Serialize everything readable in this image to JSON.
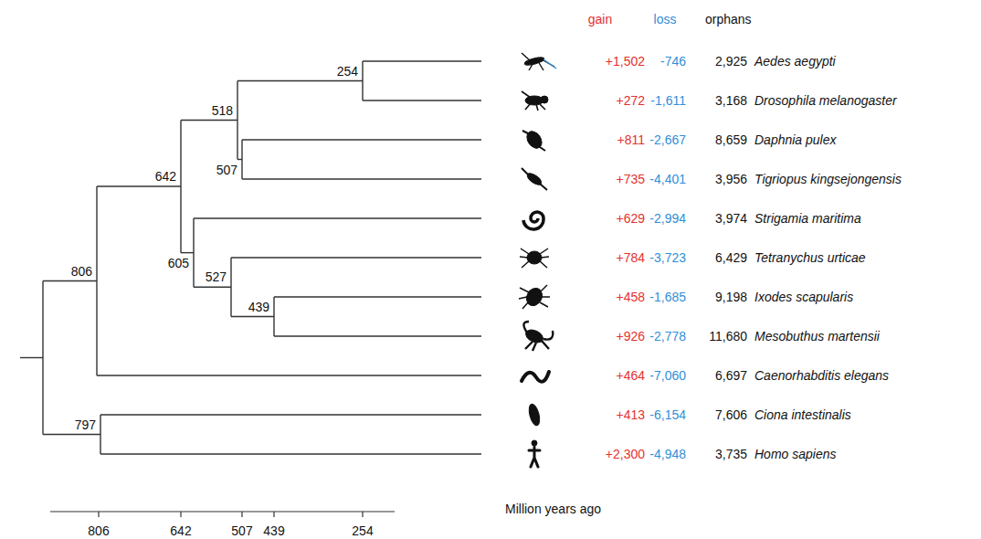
{
  "diagram": {
    "labels": [
      "gain",
      "loss",
      "orphans",
      "+1,502",
      "-746",
      "2,925",
      "Aedes aegypti",
      "+272",
      "-1,611",
      "3,168",
      "Drosophila melanogaster",
      "+811",
      "-2,667",
      "8,659",
      "Daphnia pulex",
      "+735",
      "-4,401",
      "3,956",
      "Tigriopus kingsejongensis",
      "+629",
      "-2,994",
      "3,974",
      "Strigamia maritima",
      "+784",
      "-3,723",
      "6,429",
      "Tetranychus urticae",
      "+458",
      "-1,685",
      "9,198",
      "Ixodes scapularis",
      "+926",
      "-2,778",
      "11,680",
      "Mesobuthus martensii",
      "+464",
      "-7,060",
      "6,697",
      "Caenorhabditis elegans",
      "+413",
      "-6,154",
      "7,606",
      "Ciona intestinalis",
      "+2,300",
      "-4,948",
      "3,735",
      "Homo sapiens",
      "254",
      "518",
      "642",
      "507",
      "605",
      "527",
      "439",
      "806",
      "797",
      "806",
      "642",
      "507",
      "439",
      "254",
      "Million years ago"
    ]
  }
}
